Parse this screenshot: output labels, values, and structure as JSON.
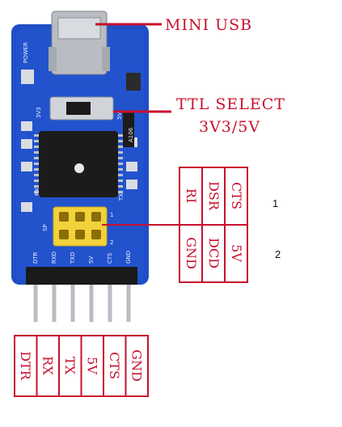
{
  "callouts": {
    "mini_usb": "MINI USB",
    "ttl_select_line1": "TTL SELECT",
    "ttl_select_line2": "3V3/5V"
  },
  "jumper_table": {
    "top_row": [
      "RI",
      "DSR",
      "CTS"
    ],
    "bottom_row": [
      "GND",
      "DCD",
      "5V"
    ],
    "row_numbers": [
      "1",
      "2"
    ]
  },
  "bottom_table": {
    "pins": [
      "DTR",
      "RX",
      "TX",
      "5V",
      "CTS",
      "GND"
    ]
  },
  "board": {
    "silkscreen": {
      "power": "POWER",
      "v33": "3V3",
      "v5": "5V",
      "rx": "RX",
      "tx": "TX",
      "chip_mark": "A106",
      "header_labels": [
        "DTR",
        "RXD",
        "TXD",
        "5V",
        "CTS",
        "GND"
      ],
      "jumper_num_left": "1",
      "jumper_num_right": "2",
      "side_mark": "SP"
    }
  },
  "colors": {
    "callout_red": "#c8102e",
    "board_blue": "#1f4fc4",
    "jumper_yellow": "#f2d23a"
  }
}
